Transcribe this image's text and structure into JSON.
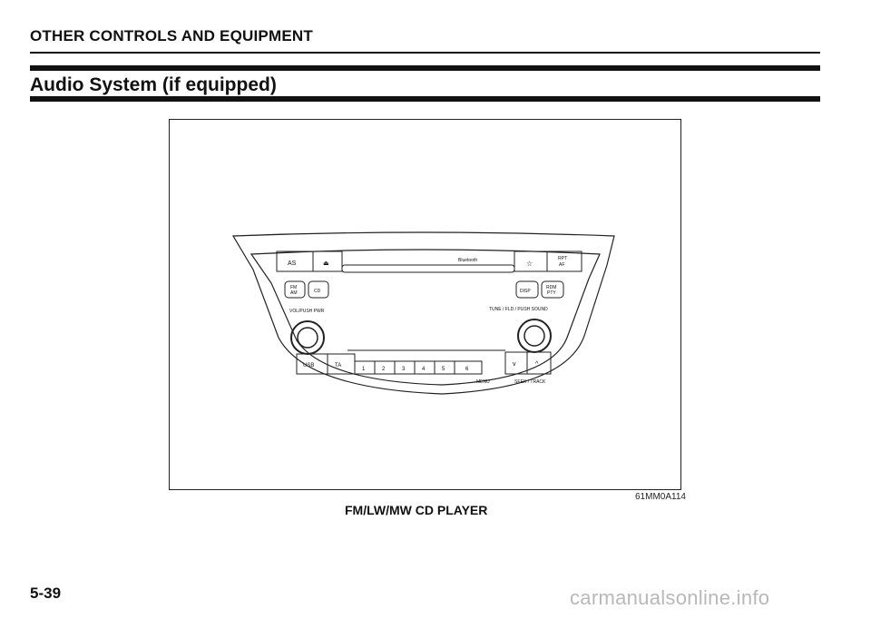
{
  "header": {
    "section_title": "OTHER CONTROLS AND EQUIPMENT"
  },
  "page": {
    "title": "Audio System (if equipped)",
    "number": "5-39"
  },
  "figure": {
    "code": "61MM0A114",
    "caption": "FM/LW/MW CD PLAYER",
    "labels": {
      "as": "AS",
      "eject": "⏏",
      "bluetooth": "Bluetooth",
      "star": "☆",
      "rpt": "RPT",
      "af": "AF",
      "fm": "FM",
      "am": "AM",
      "cd": "CD",
      "disp": "DISP",
      "rdm": "RDM",
      "pty": "PTY",
      "vol": "VOL/PUSH PWR",
      "tune": "TUNE / FLD / PUSH SOUND",
      "usb": "USB",
      "ta": "TA",
      "presets": [
        "1",
        "2",
        "3",
        "4",
        "5",
        "6"
      ],
      "down": "v",
      "up": "^",
      "menu": "MENU",
      "seek": "SEEK / TRACK"
    }
  },
  "watermark": "carmanualsonline.info"
}
